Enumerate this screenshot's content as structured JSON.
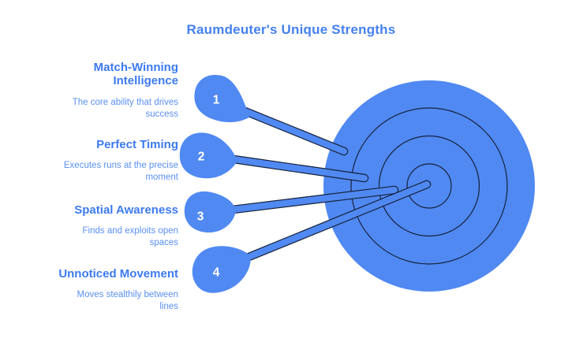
{
  "title": "Raumdeuter's Unique Strengths",
  "items": [
    {
      "number": "1",
      "label": "Match-Winning\nIntelligence",
      "description": "The core ability that drives\nsuccess",
      "dart_hit": "outer ring"
    },
    {
      "number": "2",
      "label": "Perfect Timing",
      "description": "Executes runs at the precise\nmoment",
      "dart_hit": "second ring"
    },
    {
      "number": "3",
      "label": "Spatial Awareness",
      "description": "Finds and exploits open\nspaces",
      "dart_hit": "third ring"
    },
    {
      "number": "4",
      "label": "Unnoticed Movement",
      "description": "Moves stealthily between\nlines",
      "dart_hit": "bullseye"
    }
  ],
  "target": {
    "ring_count": 4
  },
  "colors": {
    "primary_blue": "#5089F2",
    "outline_navy": "#17223C",
    "title_blue": "#4480F0",
    "label_blue": "#3D7AF0",
    "description_blue": "#5A90F3",
    "number_white": "#FFFFFF",
    "background": "#FFFFFF"
  }
}
